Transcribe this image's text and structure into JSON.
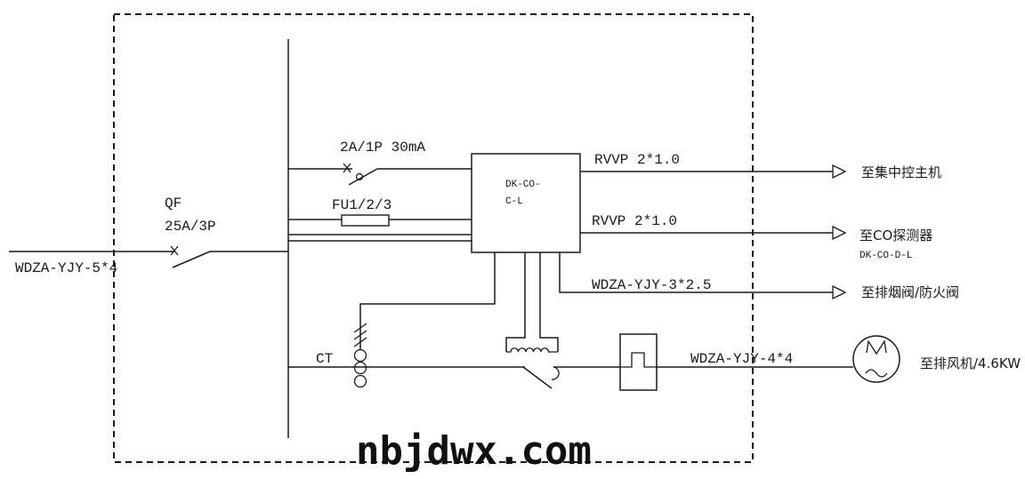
{
  "incoming_cable": "WDZA-YJY-5*4",
  "main_breaker": {
    "name": "QF",
    "rating": "25A/3P"
  },
  "rcd_breaker": "2A/1P 30mA",
  "fuses": "FU1/2/3",
  "controller": {
    "line1": "DK-CO-",
    "line2": "C-L"
  },
  "ct_label": "CT",
  "outputs": [
    {
      "cable": "RVVP 2*1.0",
      "destination": "至集中控主机"
    },
    {
      "cable": "RVVP 2*1.0",
      "destination": "至CO探测器",
      "note": "DK-CO-D-L"
    },
    {
      "cable": "WDZA-YJY-3*2.5",
      "destination": "至排烟阀/防火阀"
    },
    {
      "cable": "WDZA-YJY-4*4",
      "destination": "至排风机/4.6KW",
      "motor_symbol": "M"
    }
  ],
  "watermark": "nbjdwx.com"
}
